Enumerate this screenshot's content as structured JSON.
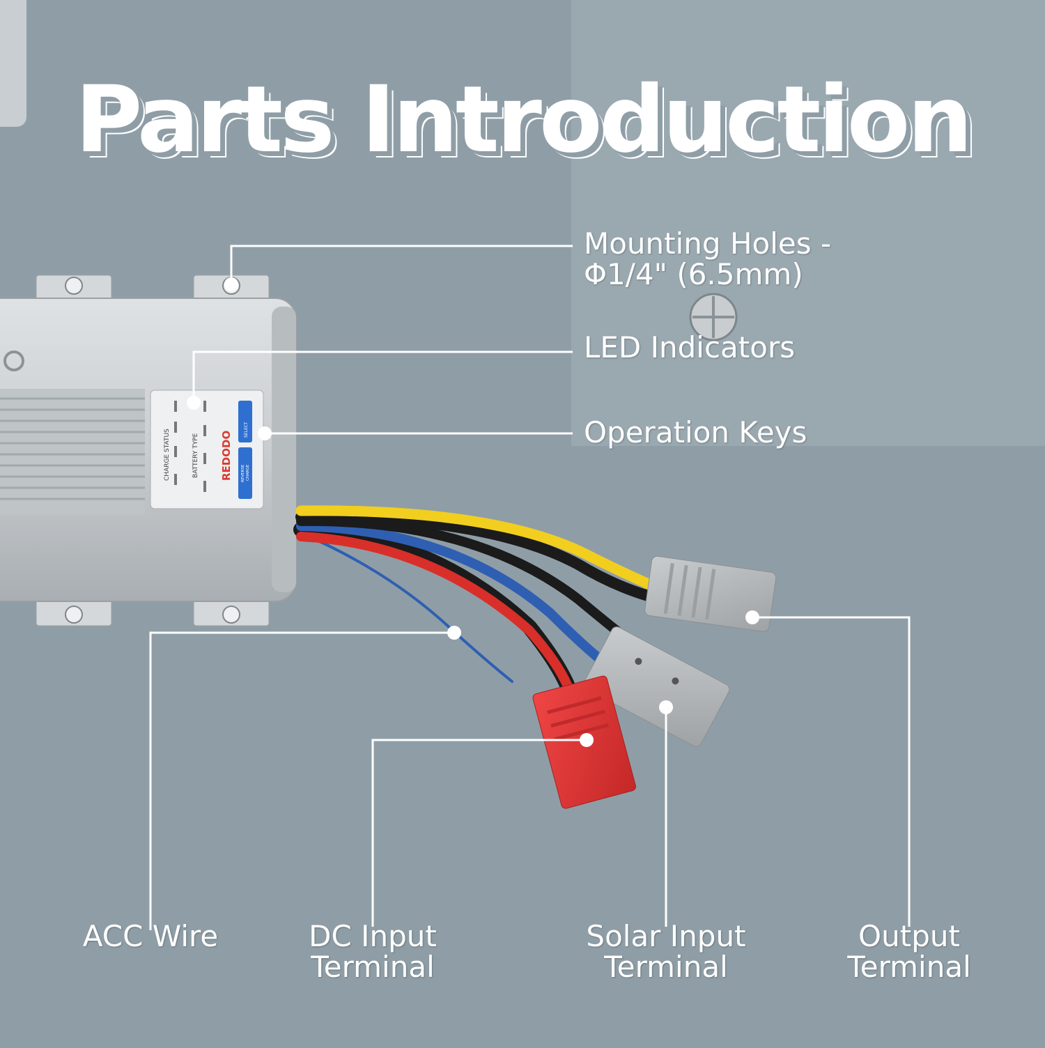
{
  "title": "Parts Introduction",
  "brand": {
    "logo": "REDODO",
    "panel_labels": {
      "charge_status": "CHARGE STATUS",
      "battery_type": "BATTERY TYPE",
      "select_key": "SELECT",
      "reverse_charge_key_line1": "REVERSE",
      "reverse_charge_key_line2": "CHARGE"
    }
  },
  "callouts": {
    "mounting_holes": {
      "line1": "Mounting Holes -",
      "line2": "Φ1/4\" (6.5mm)"
    },
    "led_indicators": {
      "line1": "LED Indicators"
    },
    "operation_keys": {
      "line1": "Operation Keys"
    },
    "acc_wire": {
      "line1": "ACC Wire"
    },
    "dc_input": {
      "line1": "DC Input",
      "line2": "Terminal"
    },
    "solar_input": {
      "line1": "Solar Input",
      "line2": "Terminal"
    },
    "output": {
      "line1": "Output",
      "line2": "Terminal"
    }
  },
  "colors": {
    "background": "#8f9ea6",
    "callout_line": "#ffffff",
    "wire_yellow": "#f2cf1e",
    "wire_red": "#d92f2a",
    "wire_blue": "#2f5fb3",
    "connector_gray": "#b8bcbf",
    "connector_red": "#e53a3a",
    "key_blue": "#2f6fd0"
  }
}
